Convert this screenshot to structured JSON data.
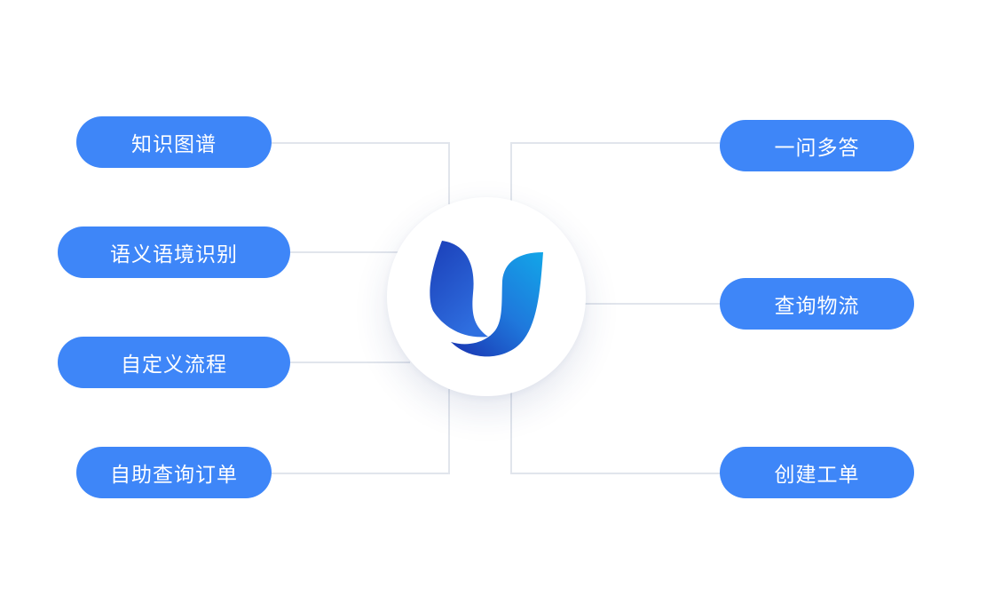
{
  "hub": {
    "logo_icon": "u-logo-icon",
    "gradient_dark": "#1b3fb8",
    "gradient_light": "#12a6e8"
  },
  "features_left": [
    {
      "label": "知识图谱"
    },
    {
      "label": "语义语境识别"
    },
    {
      "label": "自定义流程"
    },
    {
      "label": "自助查询订单"
    }
  ],
  "features_right": [
    {
      "label": "一问多答"
    },
    {
      "label": "查询物流"
    },
    {
      "label": "创建工单"
    }
  ],
  "colors": {
    "pill": "#3e86f8",
    "pill_text": "#ffffff",
    "connector": "#e1e5ec"
  }
}
